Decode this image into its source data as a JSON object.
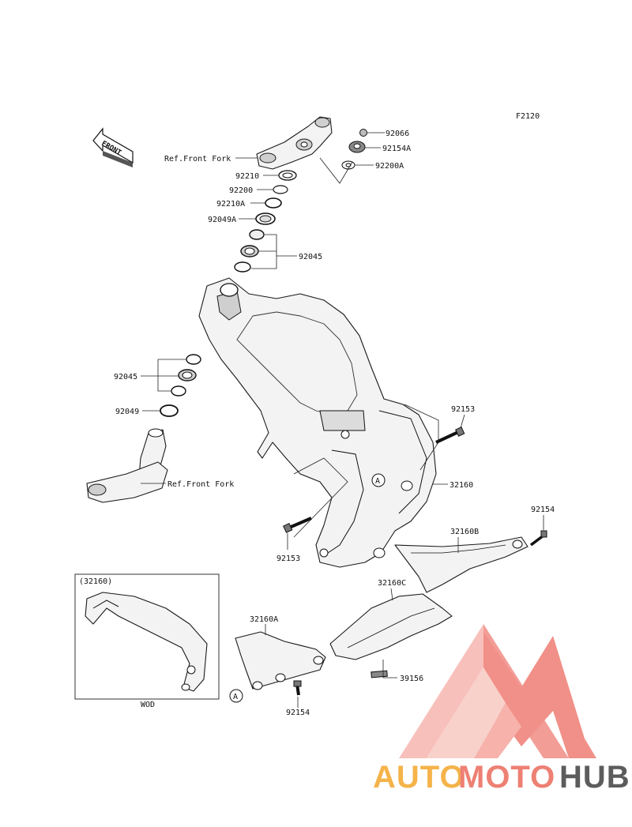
{
  "figure_code": "F2120",
  "front_arrow_text": "FRONT",
  "callouts": {
    "ref_front_fork_top": "Ref.Front Fork",
    "ref_front_fork_bottom": "Ref.Front Fork",
    "c92066": "92066",
    "c92154A": "92154A",
    "c92200A": "92200A",
    "c92210": "92210",
    "c92200": "92200",
    "c92210A": "92210A",
    "c92049A": "92049A",
    "c92045_top": "92045",
    "c92045_left": "92045",
    "c92049": "92049",
    "c92153_right": "92153",
    "c32160": "32160",
    "c92153_bottom": "92153",
    "c92154_right": "92154",
    "c32160B": "32160B",
    "c32160C": "32160C",
    "c32160A": "32160A",
    "c39156": "39156",
    "c92154_bottom": "92154"
  },
  "ref_marker_letter": "A",
  "ref_marker_letter_2": "A",
  "inset": {
    "title": "(32160)",
    "caption": "WOD"
  },
  "watermark": {
    "part1": "AUTO",
    "part2": "MOTO",
    "part3": "HUB",
    "colors": {
      "auto": "#f5b34a",
      "moto": "#ee8074",
      "hub": "#5c5c5c",
      "logo": "#f26b6b"
    }
  }
}
